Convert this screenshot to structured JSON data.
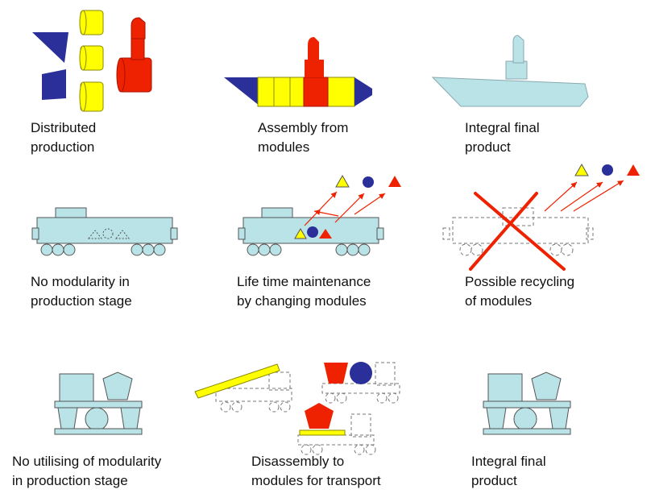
{
  "colors": {
    "navy": "#2b2f9a",
    "yellow": "#ffff00",
    "red": "#ee2200",
    "light_blue": "#b9e3e7",
    "outline": "#555555",
    "dash": "#777777"
  },
  "panels": [
    {
      "line1": "Distributed",
      "line2": "production"
    },
    {
      "line1": "Assembly from",
      "line2": "modules"
    },
    {
      "line1": "Integral final",
      "line2": "product"
    },
    {
      "line1": "No modularity in",
      "line2": "production stage"
    },
    {
      "line1": "Life time maintenance",
      "line2": "by changing modules"
    },
    {
      "line1": "Possible recycling",
      "line2": "of modules"
    },
    {
      "line1": "No utilising of modularity",
      "line2": "in production stage"
    },
    {
      "line1": "Disassembly to",
      "line2": "modules for transport"
    },
    {
      "line1": "Integral final",
      "line2": "product"
    }
  ]
}
